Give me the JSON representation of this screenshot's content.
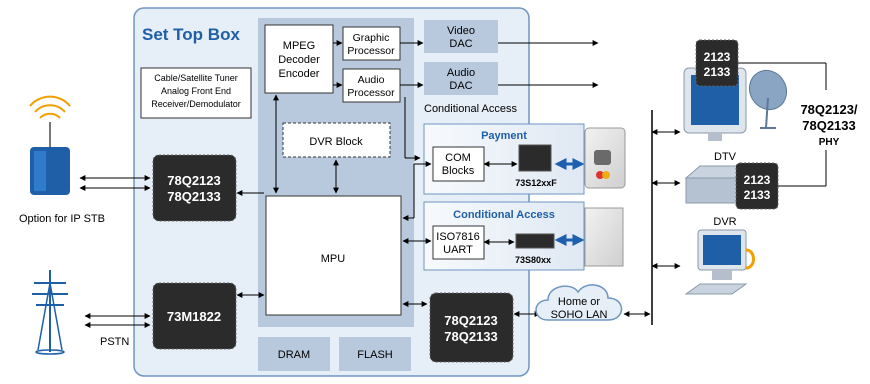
{
  "title": "Set Top Box",
  "blocks": {
    "mpeg": [
      "MPEG",
      "Decoder",
      "Encoder"
    ],
    "graphic": [
      "Graphic",
      "Processor"
    ],
    "audio_proc": [
      "Audio",
      "Processor"
    ],
    "video_dac": [
      "Video",
      "DAC"
    ],
    "audio_dac": [
      "Audio",
      "DAC"
    ],
    "cond_access_label": "Conditional Access",
    "tuner": [
      "Cable/Satellite Tuner",
      "Analog Front End",
      "Receiver/Demodulator"
    ],
    "dvr": "DVR Block",
    "mpu": "MPU",
    "dram": "DRAM",
    "flash": "FLASH"
  },
  "payment": {
    "title": "Payment",
    "com": [
      "COM",
      "Blocks"
    ],
    "chip": "73S12xxF"
  },
  "conditional_access": {
    "title": "Conditional Access",
    "uart": [
      "ISO7816",
      "UART"
    ],
    "chip": "73S80xx"
  },
  "chips": {
    "left_top": [
      "78Q2123",
      "78Q2133"
    ],
    "left_bottom": "73M1822",
    "bottom_center": [
      "78Q2123",
      "78Q2133"
    ],
    "right_top": [
      "2123",
      "2133"
    ],
    "right_mid": [
      "2123",
      "2133"
    ]
  },
  "labels": {
    "ip_stb": "Option for IP STB",
    "pstn": "PSTN",
    "lan": [
      "Home or",
      "SOHO LAN"
    ],
    "dtv": "DTV",
    "dvr": "DVR",
    "phy": [
      "78Q2123/",
      "78Q2133",
      "PHY"
    ]
  },
  "colors": {
    "title_blue": "#1f5fa8",
    "panel_fill": "#e6eef7",
    "inner_fill": "#b9c9dd",
    "chip_fill": "#2b2b2b",
    "arrow_blue": "#1e5fb0"
  }
}
